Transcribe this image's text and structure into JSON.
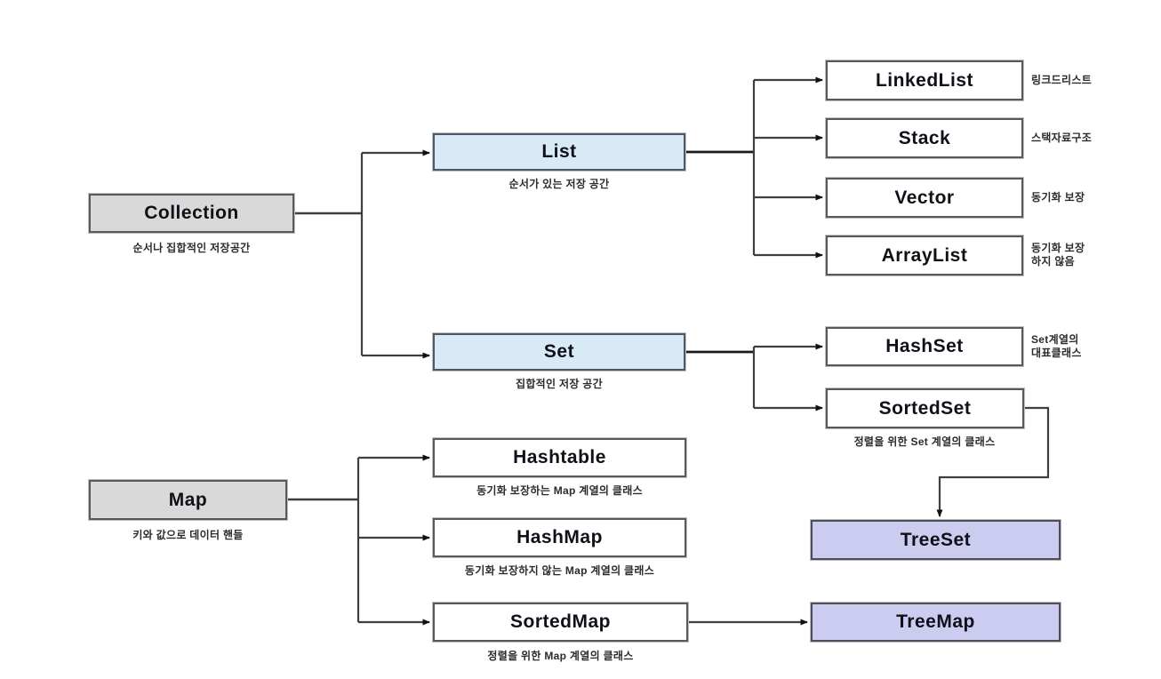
{
  "diagram": {
    "language": "Korean",
    "subject": "Java Collection Framework class hierarchy",
    "colors": {
      "root_fill": "#d9d9d9",
      "interface_fill": "#d9eaf7",
      "class_fill": "#ffffff",
      "tree_fill": "#ccccf0",
      "border": "#595959",
      "line": "#3f3f3f",
      "text": "#101018"
    },
    "nodes": {
      "collection": {
        "label": "Collection",
        "caption": "순서나 집합적인 저장공간"
      },
      "list": {
        "label": "List",
        "caption": "순서가 있는 저장 공간"
      },
      "set": {
        "label": "Set",
        "caption": "집합적인 저장 공간"
      },
      "linkedlist": {
        "label": "LinkedList",
        "note_lines": [
          "링크드리스트"
        ]
      },
      "stack": {
        "label": "Stack",
        "note_lines": [
          "스택자료구조"
        ]
      },
      "vector": {
        "label": "Vector",
        "note_lines": [
          "동기화 보장"
        ]
      },
      "arraylist": {
        "label": "ArrayList",
        "note_lines": [
          "동기화 보장",
          "하지 않음"
        ]
      },
      "hashset": {
        "label": "HashSet",
        "note_lines": [
          "Set계열의",
          "대표클래스"
        ]
      },
      "sortedset": {
        "label": "SortedSet",
        "caption": "정렬을 위한 Set 계열의 클래스"
      },
      "treeset": {
        "label": "TreeSet"
      },
      "map": {
        "label": "Map",
        "caption": "키와 값으로 데이터 핸들"
      },
      "hashtable": {
        "label": "Hashtable",
        "caption": "동기화 보장하는 Map 계열의 클래스"
      },
      "hashmap": {
        "label": "HashMap",
        "caption": "동기화 보장하지 않는 Map 계열의 클래스"
      },
      "sortedmap": {
        "label": "SortedMap",
        "caption": "정렬을 위한 Map 계열의 클래스"
      },
      "treemap": {
        "label": "TreeMap"
      }
    },
    "edges": [
      "Collection→List",
      "Collection→Set",
      "List→LinkedList",
      "List→Stack",
      "List→Vector",
      "List→ArrayList",
      "Set→HashSet",
      "Set→SortedSet",
      "SortedSet→TreeSet",
      "Map→Hashtable",
      "Map→HashMap",
      "Map→SortedMap",
      "SortedMap→TreeMap"
    ]
  }
}
